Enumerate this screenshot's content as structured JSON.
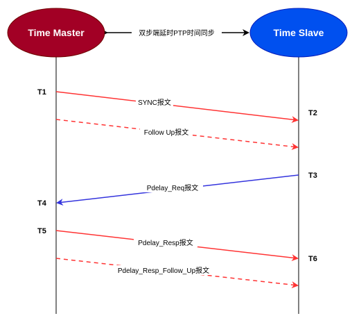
{
  "nodes": {
    "master": {
      "label": "Time Master",
      "color": "#a20025"
    },
    "slave": {
      "label": "Time Slave",
      "color": "#0050ef"
    }
  },
  "link_label": "双步端延时PTP时间同步",
  "timestamps": {
    "t1": "T1",
    "t2": "T2",
    "t3": "T3",
    "t4": "T4",
    "t5": "T5",
    "t6": "T6"
  },
  "messages": {
    "sync": {
      "label": "SYNC报文",
      "color": "#ff3333",
      "style": "solid"
    },
    "follow_up": {
      "label": "Follow Up报文",
      "color": "#ff3333",
      "style": "dashed"
    },
    "pdelay_req": {
      "label": "Pdelay_Req报文",
      "color": "#3333dd",
      "style": "solid"
    },
    "pdelay_resp": {
      "label": "Pdelay_Resp报文",
      "color": "#ff3333",
      "style": "solid"
    },
    "pdelay_resp_follow_up": {
      "label": "Pdelay_Resp_Follow_Up报文",
      "color": "#ff3333",
      "style": "dashed"
    }
  }
}
